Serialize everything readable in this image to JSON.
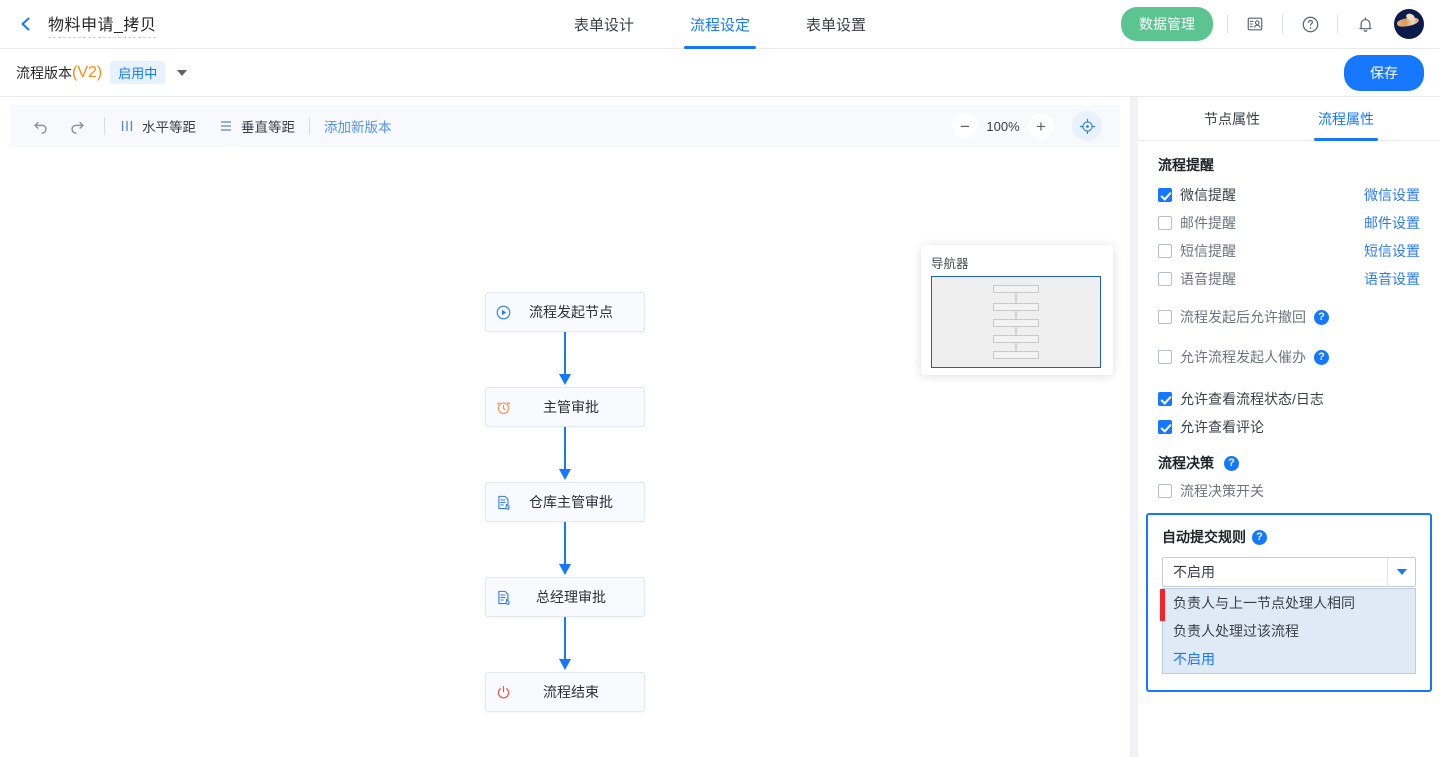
{
  "header": {
    "back_icon": "chevron-left-icon",
    "doc_title": "物料申请_拷贝",
    "tabs": [
      {
        "label": "表单设计",
        "active": false
      },
      {
        "label": "流程设定",
        "active": true
      },
      {
        "label": "表单设置",
        "active": false
      }
    ],
    "data_manage_button": "数据管理",
    "icons": [
      "contact-card-icon",
      "help-circle-icon",
      "bell-icon"
    ],
    "avatar": "user-avatar"
  },
  "version_bar": {
    "label": "流程版本",
    "version": "(V2)",
    "badge": "启用中",
    "save_button": "保存"
  },
  "toolbar": {
    "undo_icon": "undo-icon",
    "redo_icon": "redo-icon",
    "horizontal_label": "水平等距",
    "vertical_label": "垂直等距",
    "add_version_link": "添加新版本",
    "zoom_out": "−",
    "zoom_level": "100%",
    "zoom_in": "+",
    "recenter_icon": "crosshair-target-icon"
  },
  "navigator": {
    "title": "导航器",
    "node_count": 5
  },
  "flow": {
    "nodes": [
      {
        "label": "流程发起节点",
        "icon": "play-circle-icon",
        "icon_color": "#1677ff"
      },
      {
        "label": "主管审批",
        "icon": "alarm-clock-icon",
        "icon_color": "#f58a4b"
      },
      {
        "label": "仓库主管审批",
        "icon": "document-edit-icon",
        "icon_color": "#2e7bf0"
      },
      {
        "label": "总经理审批",
        "icon": "document-edit-icon",
        "icon_color": "#2e7bf0"
      },
      {
        "label": "流程结束",
        "icon": "power-off-icon",
        "icon_color": "#e8504a"
      }
    ],
    "connector_color": "#1677ff"
  },
  "right_panel": {
    "tabs": [
      {
        "label": "节点属性",
        "active": false
      },
      {
        "label": "流程属性",
        "active": true
      }
    ],
    "reminder_section": {
      "title": "流程提醒",
      "rows": [
        {
          "label": "微信提醒",
          "checked": true,
          "link": "微信设置"
        },
        {
          "label": "邮件提醒",
          "checked": false,
          "link": "邮件设置"
        },
        {
          "label": "短信提醒",
          "checked": false,
          "link": "短信设置"
        },
        {
          "label": "语音提醒",
          "checked": false,
          "link": "语音设置"
        }
      ]
    },
    "options": [
      {
        "label": "流程发起后允许撤回",
        "checked": false,
        "help": true
      },
      {
        "label": "允许流程发起人催办",
        "checked": false,
        "help": true
      },
      {
        "label": "允许查看流程状态/日志",
        "checked": true,
        "help": false
      },
      {
        "label": "允许查看评论",
        "checked": true,
        "help": false
      }
    ],
    "decision_section": {
      "title": "流程决策",
      "help": true,
      "switch_label": "流程决策开关",
      "switch_checked": false
    },
    "auto_submit": {
      "title": "自动提交规则",
      "help": true,
      "selected_value": "不启用",
      "options": [
        {
          "label": "负责人与上一节点处理人相同",
          "selected": false
        },
        {
          "label": "负责人处理过该流程",
          "selected": false
        },
        {
          "label": "不启用",
          "selected": true
        }
      ]
    }
  },
  "colors": {
    "primary": "#1677ff",
    "green": "#5bc490",
    "orange": "#fa8c16",
    "red": "#f5222d"
  }
}
